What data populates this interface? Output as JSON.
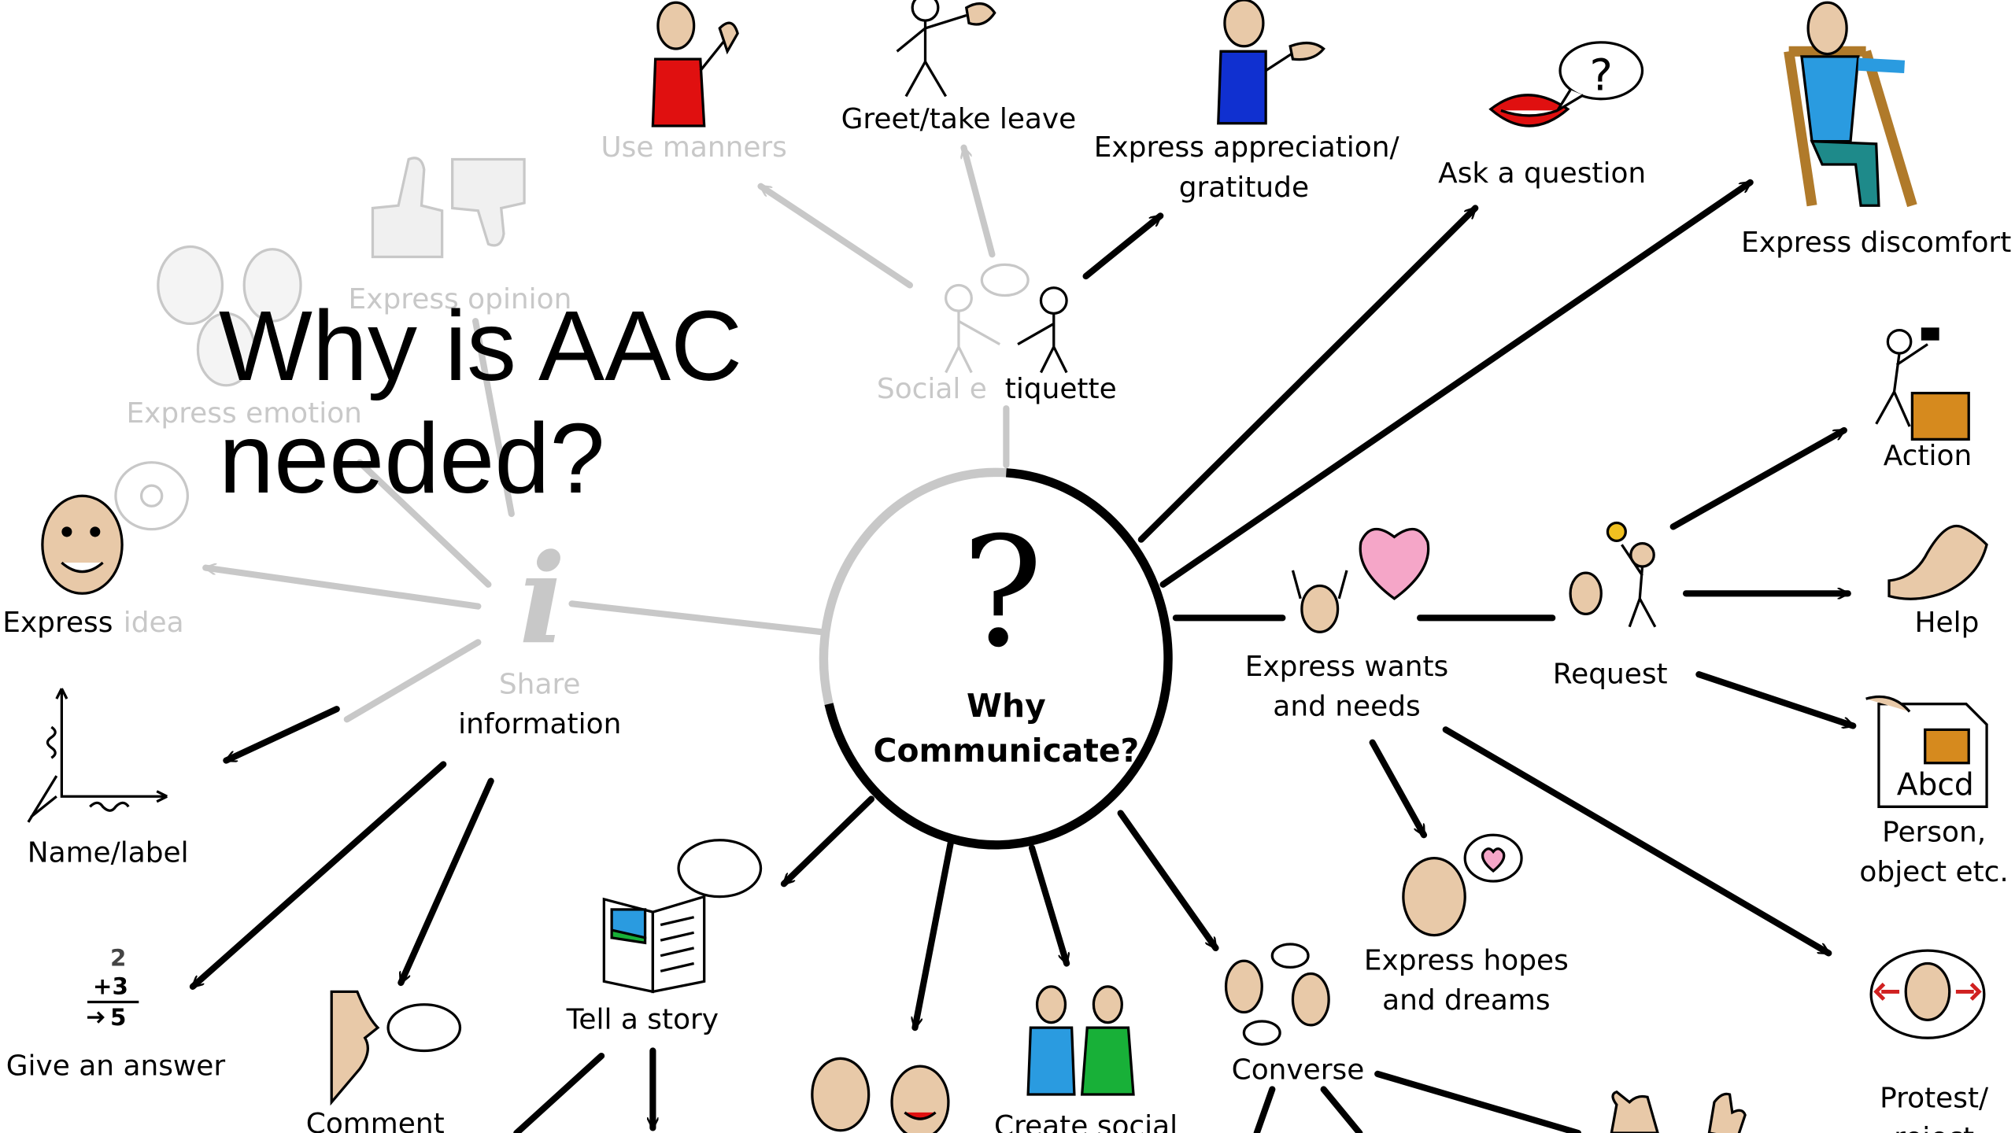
{
  "slide": {
    "title_line1": "Why is AAC",
    "title_line2": "needed?"
  },
  "center": {
    "symbol": "?",
    "line1": "Why",
    "line2": "Communicate?"
  },
  "labels": {
    "use_manners": "Use  manners",
    "greet_take_leave": "Greet/take  leave",
    "express_appreciation_1": "Express  appreciation/",
    "express_appreciation_2": "gratitude",
    "ask_question": "Ask  a  question",
    "express_discomfort": "Express  discomfort",
    "express_opinion": "Express  opinion",
    "social_etiquette_1": "Social  e",
    "social_etiquette_2": "tiquette",
    "express_emotion": "Express  emotion",
    "action": "Action",
    "express_idea_1": "Express",
    "express_idea_2": "idea",
    "help": "Help",
    "share_info_1": "Share",
    "share_info_2": "information",
    "express_wants_1": "Express  wants",
    "express_wants_2": "and  needs",
    "request": "Request",
    "abcd": "Abcd",
    "person_object_1": "Person,",
    "person_object_2": "object  etc.",
    "name_label": "Name/label",
    "tell_story": "Tell a story",
    "express_hopes_1": "Express  hopes",
    "express_hopes_2": "and  dreams",
    "give_answer": "Give  an  answer",
    "converse": "Converse",
    "protest_1": "Protest/",
    "protest_2": "reject",
    "comment": "Comment",
    "create_social": "Create  social",
    "math_top": "2",
    "math_mid": "+3",
    "math_bot": "5"
  },
  "colors": {
    "ink": "#000000",
    "faded": "#c8c8c8",
    "shirt_red": "#e01010",
    "shirt_blue": "#1030d0",
    "skin": "#e8c9a8",
    "heart": "#f5a6c8",
    "box": "#d68a1e",
    "green": "#18b038",
    "lightblue": "#2a9be0",
    "chair": "#b07a2a",
    "teal_pants": "#1e8a8a",
    "arrow_red": "#d02020"
  },
  "icons": [
    "clapping-person-icon",
    "waving-person-icon",
    "giving-person-icon",
    "lips-question-icon",
    "discomfort-person-icon",
    "thumbs-icon",
    "two-people-icon",
    "faces-icon",
    "hammer-person-icon",
    "hand-icon",
    "thinking-face-icon",
    "info-icon",
    "heart-person-icon",
    "lightbulb-person-icon",
    "box-card-icon",
    "graph-icon",
    "book-speech-icon",
    "dreaming-face-icon",
    "math-sum-icon",
    "talking-heads-icon",
    "protest-face-icon",
    "speaking-face-icon",
    "laughing-faces-icon",
    "friends-icon",
    "raised-hands-icon"
  ]
}
